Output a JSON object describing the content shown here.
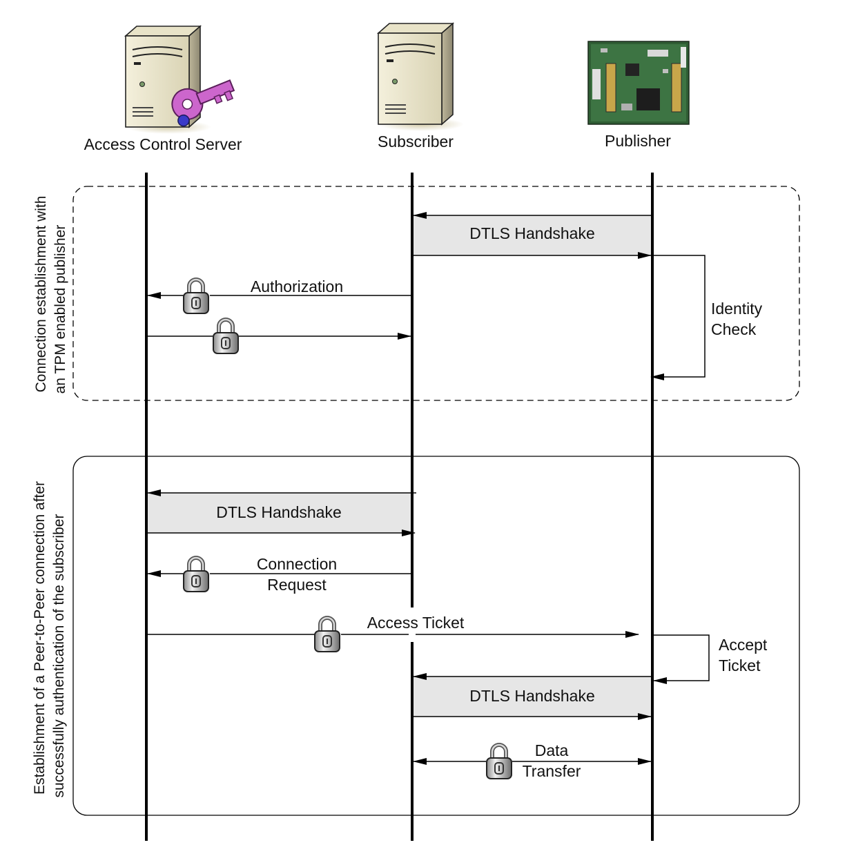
{
  "actors": {
    "access_control_server": "Access Control Server",
    "subscriber": "Subscriber",
    "publisher": "Publisher"
  },
  "groups": {
    "tpm_line1": "Connection establishment with",
    "tpm_line2": "an TPM enabled publisher",
    "p2p_line1": "Establishment of a Peer-to-Peer connection after",
    "p2p_line2": "successfully authentication of the subscriber"
  },
  "messages": {
    "dtls_1": "DTLS Handshake",
    "authorization": "Authorization",
    "identity_check_1": "Identity",
    "identity_check_2": "Check",
    "dtls_2": "DTLS Handshake",
    "connection_request_1": "Connection",
    "connection_request_2": "Request",
    "access_ticket": "Access Ticket",
    "accept_ticket_1": "Accept",
    "accept_ticket_2": "Ticket",
    "dtls_3": "DTLS Handshake",
    "data_transfer_1": "Data",
    "data_transfer_2": "Transfer"
  },
  "colors": {
    "handshake_fill": "#e6e6e6",
    "key": "#cc66cc",
    "lifeline": "#000000"
  },
  "icons": {
    "server": "server-icon",
    "key": "key-icon",
    "board": "circuit-board-icon",
    "lock": "padlock-icon"
  }
}
